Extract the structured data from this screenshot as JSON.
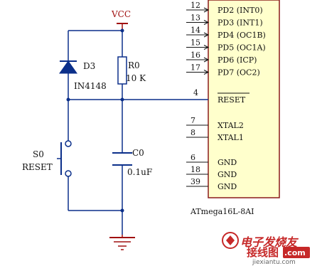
{
  "colors": {
    "wire": "#0b2f8a",
    "power": "#a01010",
    "ic_fill": "#ffffcc",
    "ic_border": "#8a1a1a",
    "watermark": "#c62828"
  },
  "power": {
    "label": "VCC"
  },
  "diode": {
    "ref": "D3",
    "part": "IN4148"
  },
  "resistor": {
    "ref": "R0",
    "value": "10 K"
  },
  "capacitor": {
    "ref": "C0",
    "value": "0.1uF"
  },
  "switch": {
    "ref": "S0",
    "name": "RESET"
  },
  "ground": {
    "icon": "ground-icon"
  },
  "ic": {
    "part": "ATmega16L-8AI",
    "pins_top": [
      {
        "num": "12",
        "name": "PD2 (INT0)"
      },
      {
        "num": "13",
        "name": "PD3 (INT1)"
      },
      {
        "num": "14",
        "name": "PD4 (OC1B)"
      },
      {
        "num": "15",
        "name": "PD5 (OC1A)"
      },
      {
        "num": "16",
        "name": "PD6 (ICP)"
      },
      {
        "num": "17",
        "name": "PD7 (OC2)"
      }
    ],
    "reset_pin": {
      "num": "4",
      "name": "RESET"
    },
    "xtal_pins": [
      {
        "num": "7",
        "name": "XTAL2"
      },
      {
        "num": "8",
        "name": "XTAL1"
      }
    ],
    "gnd_pins": [
      {
        "num": "6",
        "name": "GND"
      },
      {
        "num": "18",
        "name": "GND"
      },
      {
        "num": "39",
        "name": "GND"
      }
    ]
  },
  "watermark": {
    "logo": "电子发烧友",
    "cn": "接线图",
    "dot": ".com",
    "url": "jiexiantu.com"
  }
}
